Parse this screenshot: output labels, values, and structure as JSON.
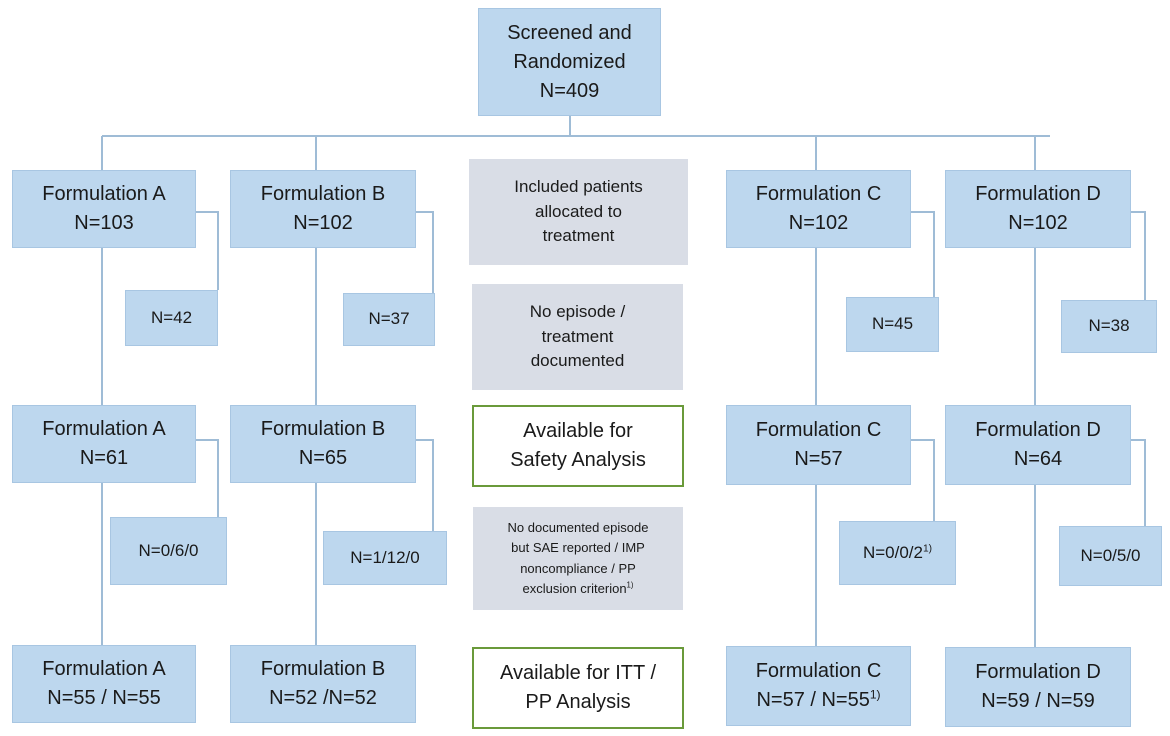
{
  "colors": {
    "box_fill": "#bdd7ee",
    "legend_fill": "#d9dde6",
    "legend_border": "#6a9a3a",
    "connector": "#9fbcd6"
  },
  "top": {
    "line1": "Screened and",
    "line2": "Randomized",
    "line3": "N=409"
  },
  "arms": [
    {
      "id": "a",
      "allocated": {
        "name": "Formulation A",
        "n": "N=103"
      },
      "excluded1": "N=42",
      "safety": {
        "name": "Formulation A",
        "n": "N=61"
      },
      "excluded2": "N=0/6/0",
      "itt": {
        "name": "Formulation A",
        "n": "N=55 / N=55"
      }
    },
    {
      "id": "b",
      "allocated": {
        "name": "Formulation B",
        "n": "N=102"
      },
      "excluded1": "N=37",
      "safety": {
        "name": "Formulation B",
        "n": "N=65"
      },
      "excluded2": "N=1/12/0",
      "itt": {
        "name": "Formulation B",
        "n": "N=52 /N=52"
      }
    },
    {
      "id": "c",
      "allocated": {
        "name": "Formulation C",
        "n": "N=102"
      },
      "excluded1": "N=45",
      "safety": {
        "name": "Formulation C",
        "n": "N=57"
      },
      "excluded2": "N=0/0/2",
      "excluded2_sup": "1)",
      "itt": {
        "name": "Formulation C",
        "n": "N=57 / N=55",
        "n_sup": "1)"
      }
    },
    {
      "id": "d",
      "allocated": {
        "name": "Formulation D",
        "n": "N=102"
      },
      "excluded1": "N=38",
      "safety": {
        "name": "Formulation D",
        "n": "N=64"
      },
      "excluded2": "N=0/5/0",
      "itt": {
        "name": "Formulation D",
        "n": "N=59 / N=59"
      }
    }
  ],
  "legend": {
    "allocated": [
      "Included patients",
      "allocated to",
      "treatment"
    ],
    "no_episode": [
      "No episode /",
      "treatment",
      "documented"
    ],
    "safety": [
      "Available for",
      "Safety Analysis"
    ],
    "exclusion": [
      "No documented episode",
      "but SAE reported / IMP",
      "noncompliance / PP",
      "exclusion criterion"
    ],
    "exclusion_sup": "1)",
    "itt": [
      "Available for ITT /",
      "PP Analysis"
    ]
  }
}
